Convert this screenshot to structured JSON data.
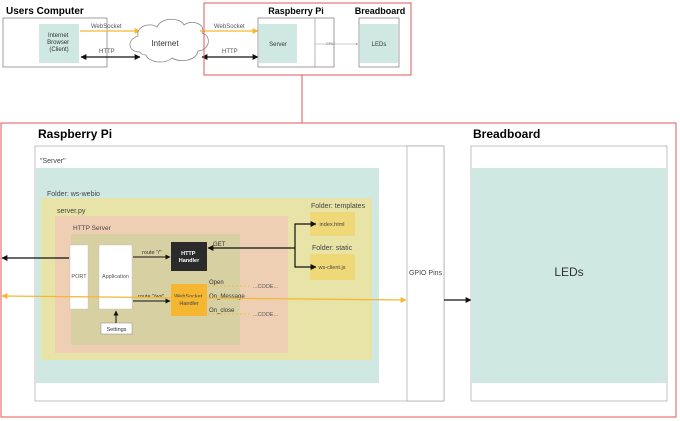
{
  "top": {
    "users_computer": "Users Computer",
    "browser": [
      "Internet",
      "Browser",
      "(Client)"
    ],
    "websocket_left": "WebSocket",
    "http_left": "HTTP",
    "internet": "Internet",
    "websocket_right": "WebSocket",
    "http_right": "HTTP",
    "raspberry_pi": "Raspberry Pi",
    "breadboard": "Breadboard",
    "server": "Server",
    "gpio": "GPIO",
    "leds": "LEDs"
  },
  "main": {
    "raspberry_pi": "Raspberry Pi",
    "breadboard": "Breadboard",
    "server_quote": "\"Server\"",
    "folder_ws_webio": "Folder: ws-webio",
    "server_py": "server.py",
    "http_server": "HTTP Server",
    "port": "PORT",
    "application": "Application",
    "settings": "Settings",
    "route_root": "route \"/\"",
    "route_ws": "route \"/ws\"",
    "http_handler": [
      "HTTP",
      "Handler"
    ],
    "get": "GET",
    "ws_handler": [
      "WebSocket",
      "Handler"
    ],
    "open": "Open",
    "on_message": "On_Message",
    "on_close": "On_close",
    "code1": "...CODE...",
    "code2": "...CODE...",
    "folder_templates": "Folder: templates",
    "index_html": "index.html",
    "folder_static": "Folder: static",
    "ws_client_js": "ws-client.js",
    "gpio_pins": "GPIO Pins",
    "leds": "LEDs"
  },
  "colors": {
    "red_frame": "#e05a5a",
    "teal": "#cfe8e2",
    "olive": "#e8e3a6",
    "peach": "#efcfb4",
    "khaki": "#d7d0a2",
    "dark": "#2b2b2b",
    "orange": "#f5b731",
    "yellow_line": "#f5b731"
  }
}
